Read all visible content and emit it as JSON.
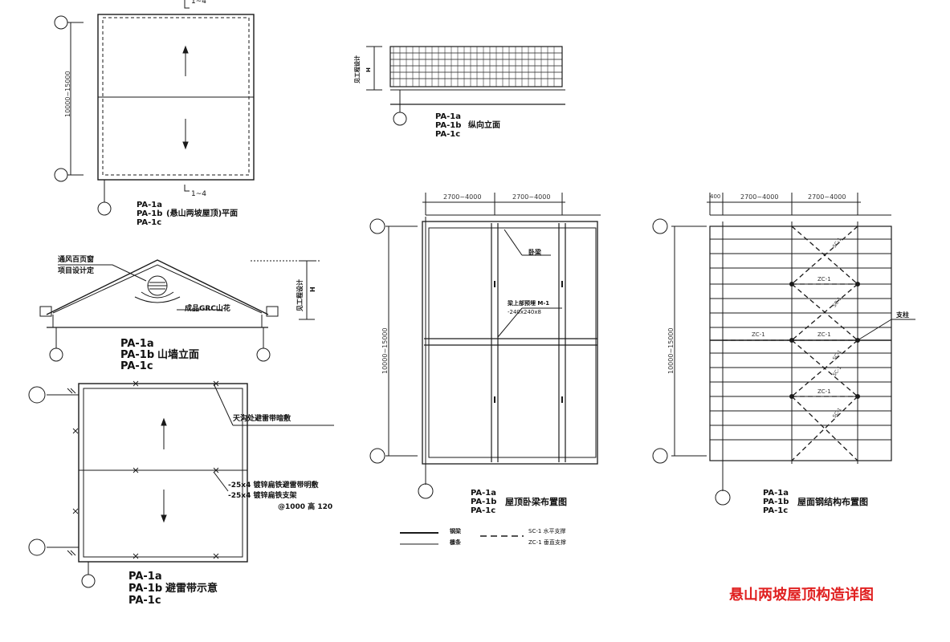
{
  "sheet_title": "悬山两坡屋顶构造详图",
  "colors": {
    "title": "#e02020",
    "line": "#1a1a1a"
  },
  "plan": {
    "section_mark": "1~4",
    "dimension": "10000~15000",
    "codes": [
      "PA-1a",
      "PA-1b",
      "PA-1c"
    ],
    "caption": "(悬山两坡屋顶)平面"
  },
  "elevation_long": {
    "height_note": "见工程设计",
    "height_symbol": "H",
    "codes": [
      "PA-1a",
      "PA-1b",
      "PA-1c"
    ],
    "caption": "纵向立面"
  },
  "gable": {
    "vent_note_1": "通风百页窗",
    "vent_note_2": "项目设计定",
    "flower_note": "成品GRC山花",
    "height_note": "见工程设计",
    "height_symbol": "H",
    "codes": [
      "PA-1a",
      "PA-1b",
      "PA-1c"
    ],
    "caption": "山墙立面"
  },
  "lightning": {
    "note_gutter": "天沟处避雷带暗敷",
    "note_strip": "-25x4 镀锌扁铁避雷带明敷",
    "note_bracket": "-25x4 镀锌扁铁支架",
    "note_spacing": "@1000 高 120",
    "codes": [
      "PA-1a",
      "PA-1b",
      "PA-1c"
    ],
    "caption": "避雷带示意"
  },
  "beam_plan": {
    "dim_bay_1": "2700~4000",
    "dim_bay_2": "2700~4000",
    "dimension": "10000~15000",
    "label_beam": "卧梁",
    "label_embed_1": "梁上部预埋 M-1",
    "label_embed_2": "-240x240x8",
    "codes": [
      "PA-1a",
      "PA-1b",
      "PA-1c"
    ],
    "caption": "屋顶卧梁布置图"
  },
  "steel_plan": {
    "dim_edge": "400",
    "dim_bay_1": "2700~4000",
    "dim_bay_2": "2700~4000",
    "dimension": "10000~15000",
    "label_column": "支柱",
    "zc_labels": [
      "ZC-1",
      "ZC-1",
      "ZC-1",
      "ZC-1"
    ],
    "sc_labels": [
      "SC-1",
      "SC-1",
      "SC-1",
      "SC-1",
      "SC-1"
    ],
    "codes": [
      "PA-1a",
      "PA-1b",
      "PA-1c"
    ],
    "caption": "屋面钢结构布置图"
  },
  "legend": {
    "steel_beam": "钢梁",
    "purlin": "檩条",
    "sc": "SC-1 水平支撑",
    "zc": "ZC-1 垂直支撑"
  }
}
